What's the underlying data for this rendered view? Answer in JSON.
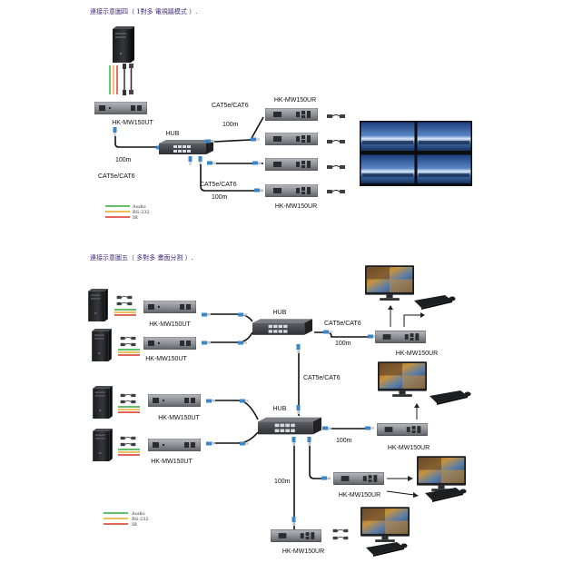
{
  "diagram1": {
    "title": "連接示意圖四（ 1對多 電視牆模式 ）.",
    "transmitter_label": "HK-MW150UT",
    "hub_label": "HUB",
    "cable_top": "CAT5e/CAT6",
    "cable_left": "CAT5e/CAT6",
    "cable_bottom": "CAT5e/CAT6",
    "dist_1": "100m",
    "dist_2": "100m",
    "dist_3": "100m",
    "receiver_label_top": "HK-MW150UR",
    "receiver_label_bottom": "HK-MW150UR",
    "legend": [
      "Audio",
      "RS-232",
      "IR"
    ]
  },
  "diagram2": {
    "title": "連接示意圖五（ 多對多 畫面分割 ）.",
    "transmitter_labels": [
      "HK-MW150UT",
      "HK-MW150UT",
      "HK-MW150UT",
      "HK-MW150UT"
    ],
    "hub_label_1": "HUB",
    "hub_label_2": "HUB",
    "cable_1": "CAT5e/CAT6",
    "cable_2": "CAT5e/CAT6",
    "dist_1": "100m",
    "dist_2": "100m",
    "dist_3": "100m",
    "receiver_labels": [
      "HK-MW150UR",
      "HK-MW150UR",
      "HK-MW150UR",
      "HK-MW150UR"
    ],
    "legend": [
      "Audio",
      "RS-232",
      "IR"
    ]
  },
  "colors": {
    "audio": "#2faa3a",
    "rs232": "#e8a92a",
    "ir": "#d8322a",
    "device": "#8a8d92",
    "device_dark": "#2b2d31",
    "rj45": "#3a86c8",
    "title": "#3a2a7a"
  }
}
